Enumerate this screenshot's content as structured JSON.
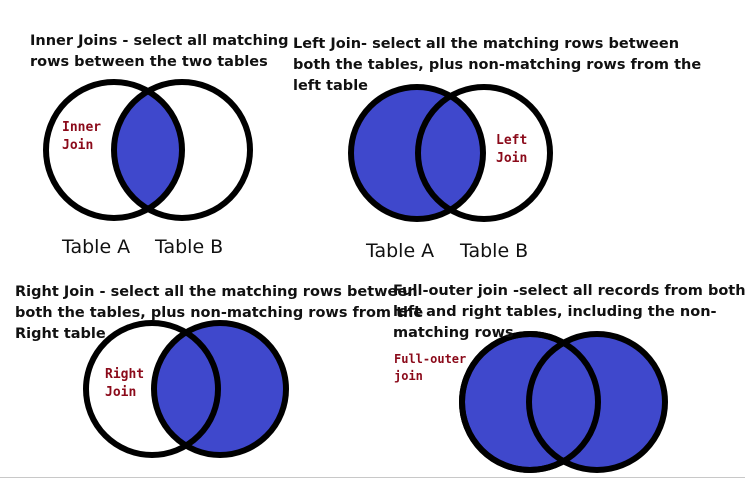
{
  "colors": {
    "fill": "#3f48cc",
    "stroke": "#000000",
    "label": "#8b0a1a"
  },
  "inner": {
    "title_lines": [
      "Inner Joins - select all matching",
      "rows between the two tables"
    ],
    "label_lines": [
      "Inner",
      "Join"
    ],
    "table_a": "Table A",
    "table_b": "Table B"
  },
  "left": {
    "title_lines": [
      "Left Join- select all the matching rows between",
      "both the tables, plus non-matching rows from the",
      "left table"
    ],
    "label_lines": [
      "Left",
      "Join"
    ],
    "table_a": "Table A",
    "table_b": "Table B"
  },
  "right": {
    "title_lines": [
      "Right Join - select all the matching rows between",
      "both the tables, plus non-matching rows from the",
      "Right table"
    ],
    "label_lines": [
      "Right",
      "Join"
    ]
  },
  "full": {
    "title_lines": [
      "Full-outer join -select all records from both the",
      "left and right tables, including the non-",
      "matching rows"
    ],
    "label_lines": [
      "Full-outer",
      "join"
    ]
  }
}
